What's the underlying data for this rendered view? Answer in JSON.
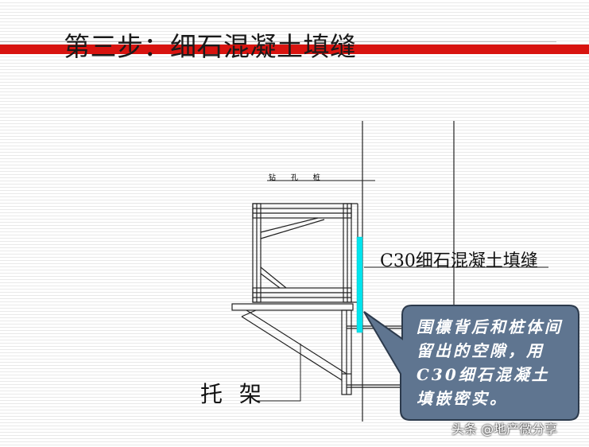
{
  "slide": {
    "title": "第三步：细石混凝土填缝"
  },
  "diagram": {
    "pile_label": "钻 孔 桩",
    "fill_label": "C30细石混凝土填缝",
    "bracket_label": "托 架",
    "callout": "围檩背后和桩体间留出的空隙，用C30细石混凝土填嵌密实。"
  },
  "watermark": "头条 @地产微分享",
  "colors": {
    "title_bar": "#d8130f",
    "callout_fill": "#5f7590",
    "grout_fill": "#00e5ee"
  }
}
